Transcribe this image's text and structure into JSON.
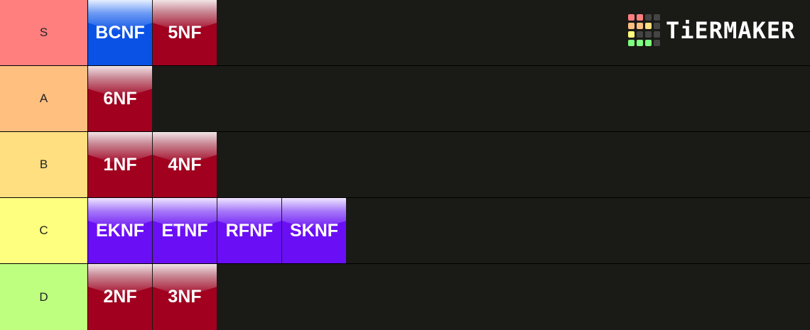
{
  "logo": {
    "text": "TiERMAKER",
    "grid_colors": [
      "#ff7f7f",
      "#ff7f7f",
      "#444444",
      "#444444",
      "#ffbf7f",
      "#ffbf7f",
      "#ffdf7f",
      "#444444",
      "#ffff7f",
      "#444444",
      "#444444",
      "#444444",
      "#7fff7f",
      "#7fff7f",
      "#7fff7f",
      "#444444"
    ]
  },
  "tiers": [
    {
      "label": "S",
      "color": "#ff7f7f",
      "items": [
        {
          "text": "BCNF",
          "style": "blue"
        },
        {
          "text": "5NF",
          "style": "red"
        }
      ]
    },
    {
      "label": "A",
      "color": "#ffbf7f",
      "items": [
        {
          "text": "6NF",
          "style": "red"
        }
      ]
    },
    {
      "label": "B",
      "color": "#ffdf7f",
      "items": [
        {
          "text": "1NF",
          "style": "red"
        },
        {
          "text": "4NF",
          "style": "red"
        }
      ]
    },
    {
      "label": "C",
      "color": "#ffff7f",
      "items": [
        {
          "text": "EKNF",
          "style": "purple"
        },
        {
          "text": "ETNF",
          "style": "purple"
        },
        {
          "text": "RFNF",
          "style": "purple"
        },
        {
          "text": "SKNF",
          "style": "purple"
        }
      ]
    },
    {
      "label": "D",
      "color": "#bfff7f",
      "items": [
        {
          "text": "2NF",
          "style": "red"
        },
        {
          "text": "3NF",
          "style": "red"
        }
      ]
    }
  ]
}
